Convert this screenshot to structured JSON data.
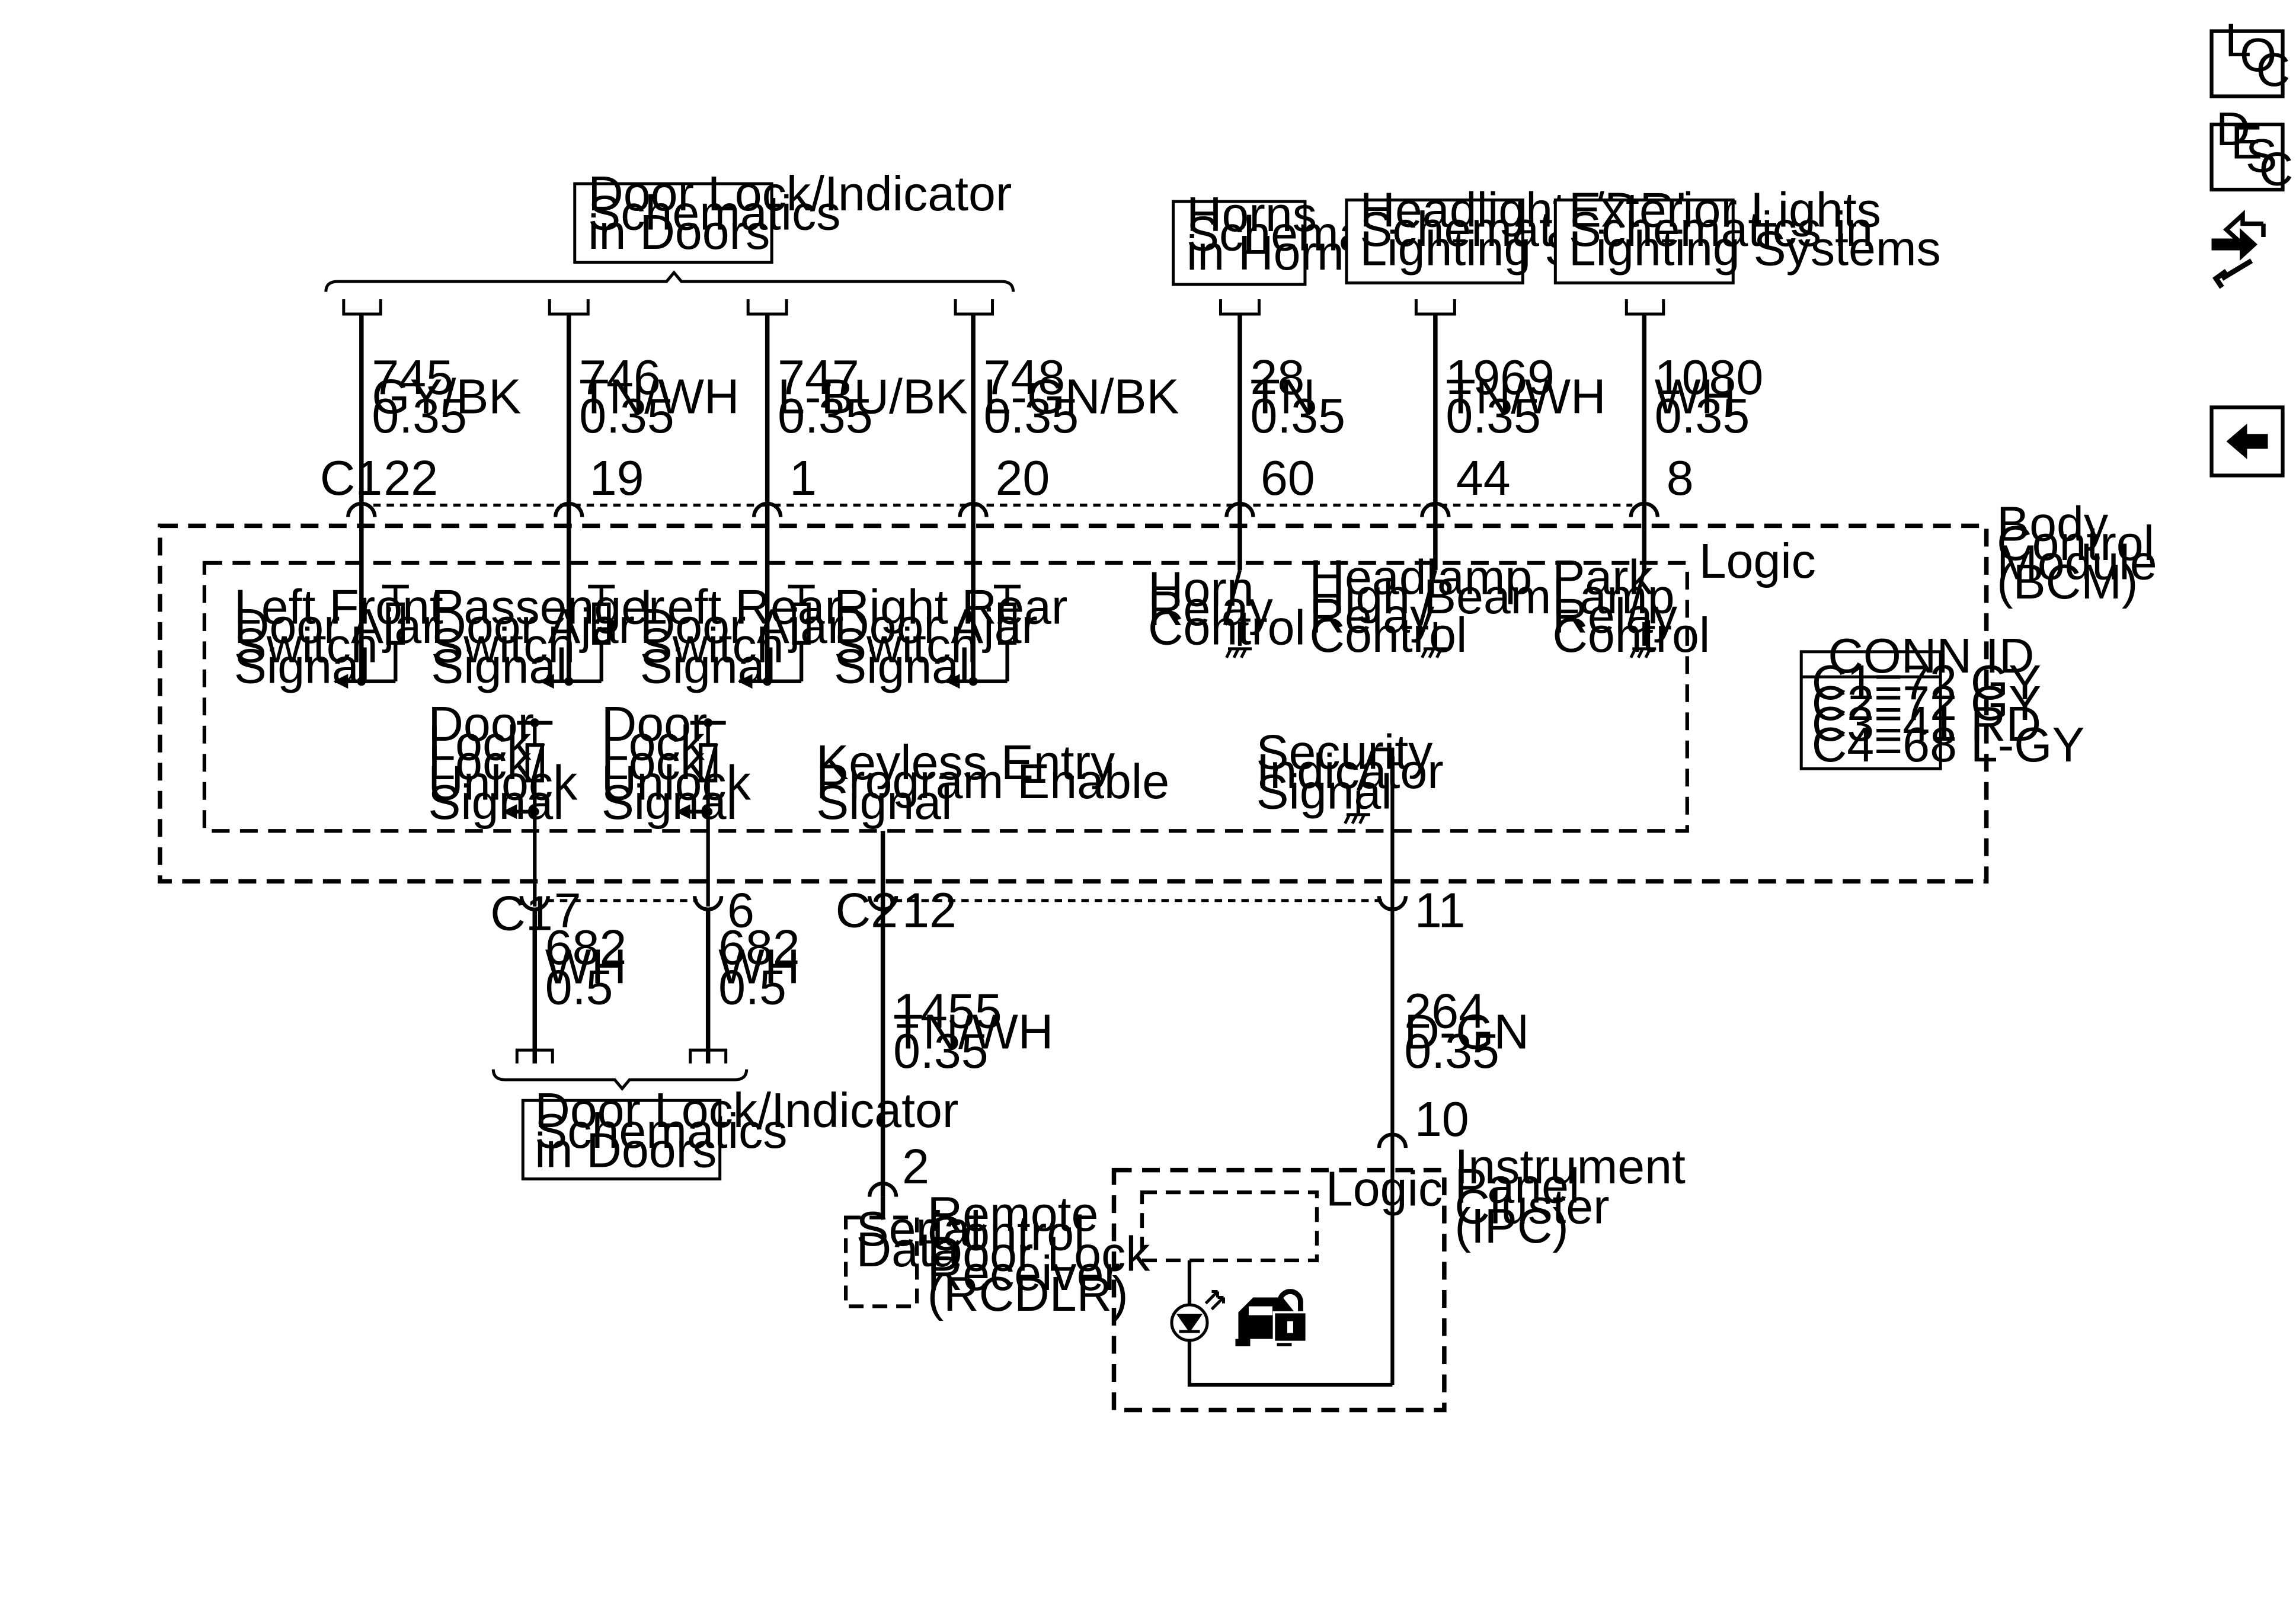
{
  "top_boxes": {
    "door_lock_top": [
      "Door Lock/Indicator",
      "Schematics",
      "in Doors"
    ],
    "horns": [
      "Horns",
      "Schematics",
      "in Horns"
    ],
    "headlights": [
      "Headlights/DRL",
      "Schematics in",
      "Lighting Systems"
    ],
    "exterior": [
      "Exterior Lights",
      "Schematics in",
      "Lighting Systems"
    ]
  },
  "top_wires": [
    {
      "circuit": "745",
      "color": "GY/BK",
      "gauge": "0.35",
      "pin": "22"
    },
    {
      "circuit": "746",
      "color": "TN/WH",
      "gauge": "0.35",
      "pin": "19"
    },
    {
      "circuit": "747",
      "color": "L-BU/BK",
      "gauge": "0.35",
      "pin": "1"
    },
    {
      "circuit": "748",
      "color": "L-GN/BK",
      "gauge": "0.35",
      "pin": "20"
    },
    {
      "circuit": "28",
      "color": "TN",
      "gauge": "0.35",
      "pin": "60"
    },
    {
      "circuit": "1969",
      "color": "TN/WH",
      "gauge": "0.35",
      "pin": "44"
    },
    {
      "circuit": "1080",
      "color": "WH",
      "gauge": "0.35",
      "pin": "8"
    }
  ],
  "connectors": {
    "c1_top": "C1",
    "c1_bottom": "C1",
    "c2": "C2"
  },
  "bcm": {
    "label": [
      "Body",
      "Control",
      "Module",
      "(BCM)"
    ],
    "logic": "Logic"
  },
  "door_ajar_signals": [
    [
      "Left Front",
      "Door Ajar",
      "Switch",
      "Signal"
    ],
    [
      "Passenger",
      "Door Ajar",
      "Switch",
      "Signal"
    ],
    [
      "Left Rear",
      "Door Ajar",
      "Switch",
      "Signal"
    ],
    [
      "Right Rear",
      "Door Ajar",
      "Switch",
      "Signal"
    ]
  ],
  "relay_controls": [
    [
      "Horn",
      "Relay",
      "Control"
    ],
    [
      "Headlamp",
      "High Beam",
      "Relay",
      "Control"
    ],
    [
      "Park",
      "Lamp",
      "Relay",
      "Control"
    ]
  ],
  "lock_signals": [
    [
      "Door",
      "Lock",
      "Lock/",
      "Unlock",
      "Signal"
    ],
    [
      "Door",
      "Lock",
      "Lock/",
      "Unlock",
      "Signal"
    ]
  ],
  "keyless": [
    "Keyless Entry",
    "Program Enable",
    "Signal"
  ],
  "security": [
    "Security",
    "Indicator",
    "Signal"
  ],
  "conn_id": {
    "title": "CONN ID",
    "rows": [
      "C1=72 GY",
      "C2=72 GY",
      "C3=41 RD",
      "C4=68 L-GY"
    ]
  },
  "bottom_wires": [
    {
      "circuit": "682",
      "color": "WH",
      "gauge": "0.5",
      "pin": "7"
    },
    {
      "circuit": "682",
      "color": "WH",
      "gauge": "0.5",
      "pin": "6"
    },
    {
      "circuit": "1455",
      "color": "TN/WH",
      "gauge": "0.35",
      "pin": "12"
    },
    {
      "circuit": "264",
      "color": "D-GN",
      "gauge": "0.35",
      "pin": "11"
    }
  ],
  "bottom_box": [
    "Door Lock/Indicator",
    "Schematics",
    "in Doors"
  ],
  "rcdlr": {
    "pin": "2",
    "inner": [
      "Serial",
      "Data"
    ],
    "label": [
      "Remote",
      "Control",
      "Door Lock",
      "Receiver",
      "(RCDLR)"
    ]
  },
  "ipc": {
    "pin": "10",
    "logic": "Logic",
    "label": [
      "Instrument",
      "Panel",
      "Cluster",
      "(IPC)"
    ]
  },
  "nav": {
    "loc": [
      "L",
      "O",
      "C"
    ],
    "desc": [
      "D",
      "E",
      "S",
      "C"
    ]
  },
  "icons": [
    "loc-icon",
    "desc-icon",
    "connector-repair-icon",
    "back-arrow-icon",
    "lock-indicator-icon",
    "led-icon"
  ]
}
